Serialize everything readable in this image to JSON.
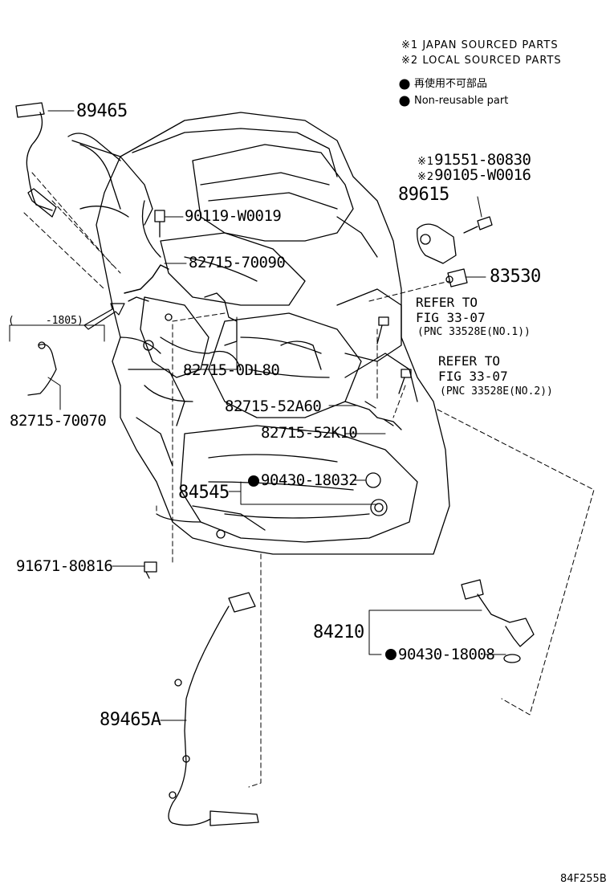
{
  "legend": {
    "note1_mark": "※1",
    "note1_text": "JAPAN SOURCED PARTS",
    "note2_mark": "※2",
    "note2_text": "LOCAL SOURCED PARTS",
    "nonreusable_jp": "再使用不可部品",
    "nonreusable_en": "Non-reusable part"
  },
  "parts": {
    "p89465": "89465",
    "p90119": "90119-W0019",
    "p82715_70090": "82715-70090",
    "p1805": "(　　　-1805)",
    "p82715_70070": "82715-70070",
    "p82715_0DL80": "82715-0DL80",
    "p82715_52A60": "82715-52A60",
    "p82715_52K10": "82715-52K10",
    "p84545": "84545",
    "p90430_18032": "90430-18032",
    "p91671": "91671-80816",
    "p89465A": "89465A",
    "p84210": "84210",
    "p90430_18008": "90430-18008",
    "p91551_mark": "※1",
    "p91551": "91551-80830",
    "p90105_mark": "※2",
    "p90105": "90105-W0016",
    "p89615": "89615",
    "p83530": "83530"
  },
  "refs": {
    "ref1_line1": "REFER TO",
    "ref1_line2": "FIG 33-07",
    "ref1_pnc": "(PNC 33528E(NO.1))",
    "ref2_line1": "REFER TO",
    "ref2_line2": "FIG 33-07",
    "ref2_pnc": "(PNC 33528E(NO.2))"
  },
  "figure_code": "84F255B"
}
